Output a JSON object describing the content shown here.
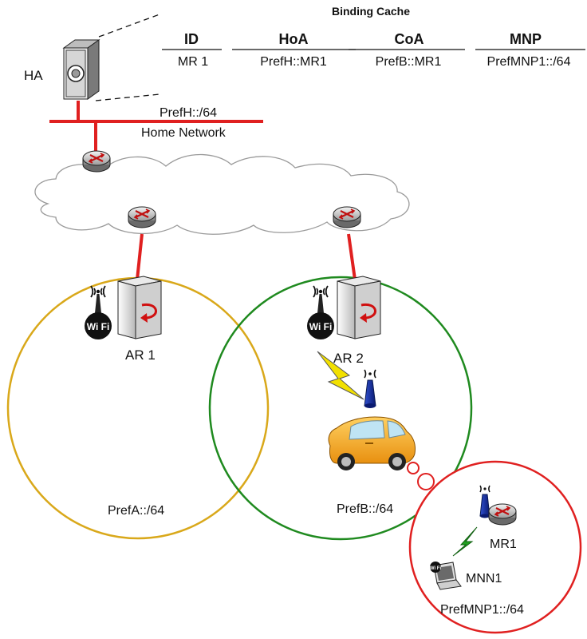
{
  "binding_cache": {
    "title": "Binding Cache",
    "columns": [
      "ID",
      "HoA",
      "CoA",
      "MNP"
    ],
    "row": [
      "MR 1",
      "PrefH::MR1",
      "PrefB::MR1",
      "PrefMNP1::/64"
    ]
  },
  "home": {
    "agent_label": "HA",
    "prefix": "PrefH::/64",
    "network_label": "Home Network"
  },
  "access_routers": [
    {
      "label": "AR 1",
      "prefix": "PrefA::/64",
      "wifi_badge": "Wi Fi"
    },
    {
      "label": "AR 2",
      "prefix": "PrefB::/64",
      "wifi_badge": "Wi Fi"
    }
  ],
  "mobile_network": {
    "router_label": "MR1",
    "node_label": "MNN1",
    "prefix": "PrefMNP1::/64",
    "node_badge": "Wi Fi"
  },
  "colors": {
    "ar1_circle": "#d9a81a",
    "ar2_circle": "#1f8a1f",
    "mobile_circle": "#e02020",
    "link": "#e02020",
    "wireless_bolt": "#f2e000",
    "mobile_bolt": "#1fa01f",
    "car": "#f5a623"
  }
}
